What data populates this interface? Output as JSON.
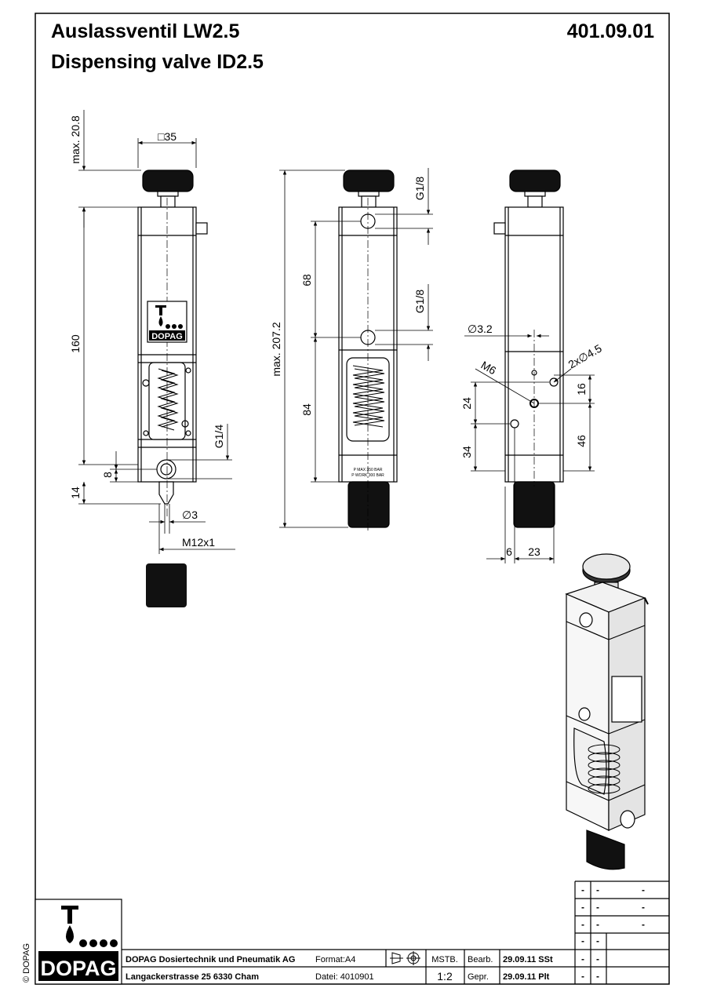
{
  "drawing": {
    "title_de": "Auslassventil LW2.5",
    "title_en": "Dispensing valve ID2.5",
    "number": "401.09.01",
    "copyright": "© DOPAG"
  },
  "dimensions": {
    "front": {
      "square": "□35",
      "max_top": "max. 20.8",
      "height": "160",
      "port": "G1/4",
      "offset_8": "8",
      "offset_14": "14",
      "bore": "∅3",
      "thread": "M12x1"
    },
    "side": {
      "max_height": "max. 207.2",
      "spacing_68": "68",
      "spacing_84": "84",
      "port_top": "G1/8",
      "port_mid": "G1/8",
      "plate_line1": "P MAX 350 BAR",
      "plate_line2": "P WORK 300 BAR"
    },
    "rear": {
      "hole": "∅3.2",
      "holes2": "2x∅4.5",
      "thread": "M6",
      "d16": "16",
      "d24": "24",
      "d34": "34",
      "d46": "46",
      "d6": "6",
      "d23": "23"
    }
  },
  "logo": {
    "text": "DOPAG"
  },
  "title_block": {
    "company": "DOPAG Dosiertechnik und Pneumatik AG",
    "address": "Langackerstrasse 25   6330 Cham",
    "format": "Format:A4",
    "file": "Datei: 4010901",
    "scale_label": "MSTB.",
    "scale": "1:2",
    "edited_label": "Bearb.",
    "edited": "29.09.11 SSt",
    "checked_label": "Gepr.",
    "checked": "29.09.11 Plt",
    "revision_dash": "-"
  }
}
